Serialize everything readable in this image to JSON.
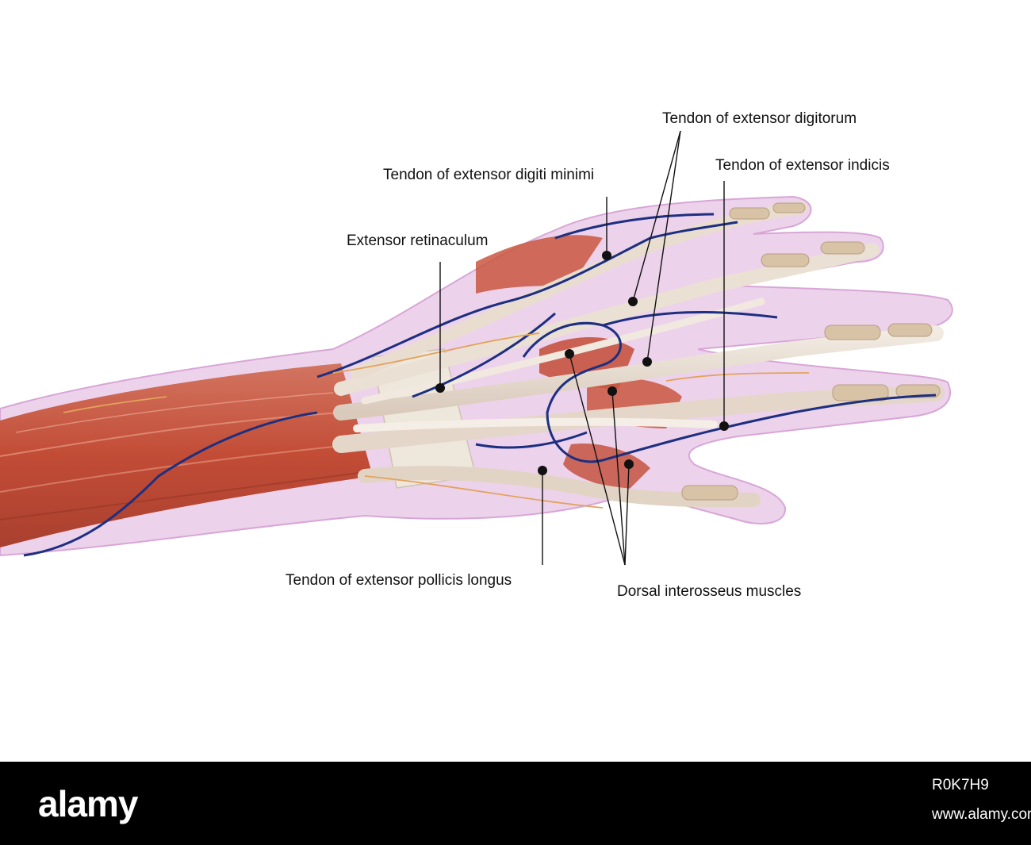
{
  "labels": {
    "extensor_digitorum": "Tendon of extensor digitorum",
    "extensor_indicis": "Tendon of extensor indicis",
    "extensor_digiti_minimi": "Tendon of extensor digiti minimi",
    "extensor_retinaculum": "Extensor retinaculum",
    "extensor_pollicis_longus": "Tendon of extensor pollicis longus",
    "dorsal_interosseus": "Dorsal interosseus muscles"
  },
  "watermark": {
    "brand": "alamy",
    "image_id": "R0K7H9",
    "url": "www.alamy.com"
  },
  "colors": {
    "muscle": "#c9573f",
    "tendon": "#e9ddd0",
    "skin": "#e7c3e6",
    "vein": "#1d2f80",
    "nerve": "#e2a35c",
    "leader": "#111111"
  }
}
